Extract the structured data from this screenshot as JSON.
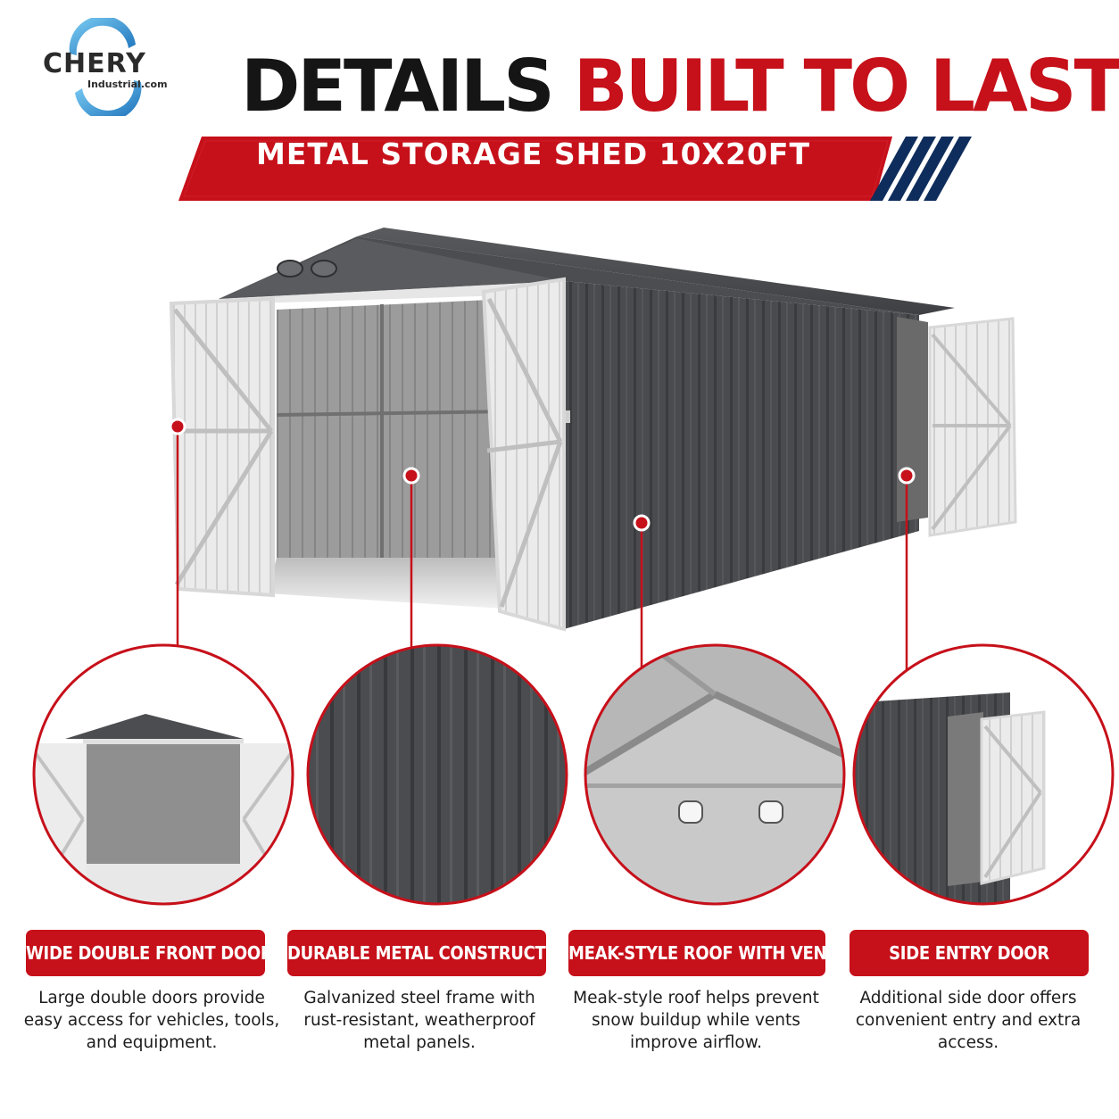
{
  "logo": {
    "word": "CHERY",
    "sub": "Industrial.com"
  },
  "title": {
    "part1": "DETAILS",
    "part2": "BUILT TO LAST"
  },
  "banner": {
    "text": "METAL STORAGE SHED 10X20FT"
  },
  "features": [
    {
      "label": "WIDE DOUBLE FRONT DOORS",
      "desc": "Large double doors provide easy access for vehicles, tools, and equipment."
    },
    {
      "label": "DURABLE METAL CONSTRUCTION",
      "desc": "Galvanized steel frame with rust-resistant, weatherproof metal panels."
    },
    {
      "label": "MEAK-STYLE ROOF WITH VENTS",
      "desc": "Meak-style roof helps prevent snow buildup while vents improve airflow."
    },
    {
      "label": "SIDE ENTRY DOOR",
      "desc": "Additional side door offers convenient entry and extra access."
    }
  ],
  "colors": {
    "accent": "#c6101a",
    "navy": "#0f2d5c",
    "panel": "#47484b"
  },
  "icons": [
    "logo-swoosh-icon",
    "stripe-icon"
  ]
}
